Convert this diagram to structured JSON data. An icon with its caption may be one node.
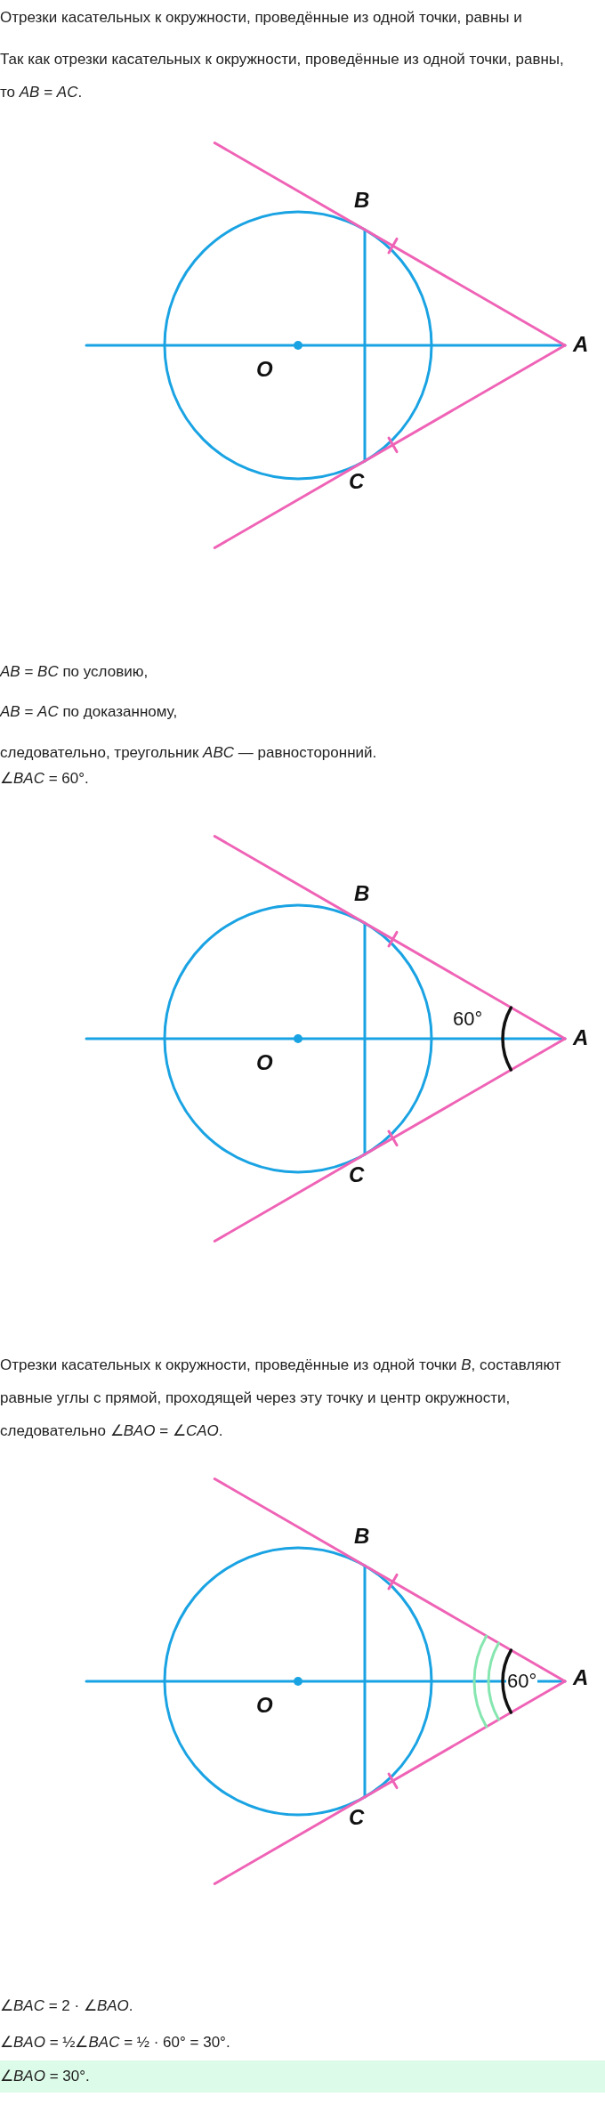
{
  "diagram": {
    "labels": [
      "Отрезки касательных к окружности, проведённые из одной точки, равны и",
      "Так как отрезки касательных к окружности, проведённые из одной точки, равны, то *AB* = *AC*.",
      "B",
      "A",
      "O",
      "C",
      "*AB* = *BC* по условию,",
      "*AB* = *AC* по доказанному,",
      "следовательно, треугольник *ABC* — равносторонний.",
      "∠*BAC* = 60°.",
      "B",
      "60°",
      "A",
      "O",
      "C",
      "Отрезки касательных к окружности, проведённые из одной точки *B*, составляют равные углы с прямой, проходящей через эту точку и центр окружности, следовательно ∠*BAO* = ∠*CAO*.",
      "B",
      "60°",
      "A",
      "O",
      "C",
      "∠*BAC* = 2 · ∠*BAO*.",
      "∠*BAO* = ½∠*BAC* = ½ · 60° = 30°.",
      "∠*BAO* = 30°."
    ]
  }
}
